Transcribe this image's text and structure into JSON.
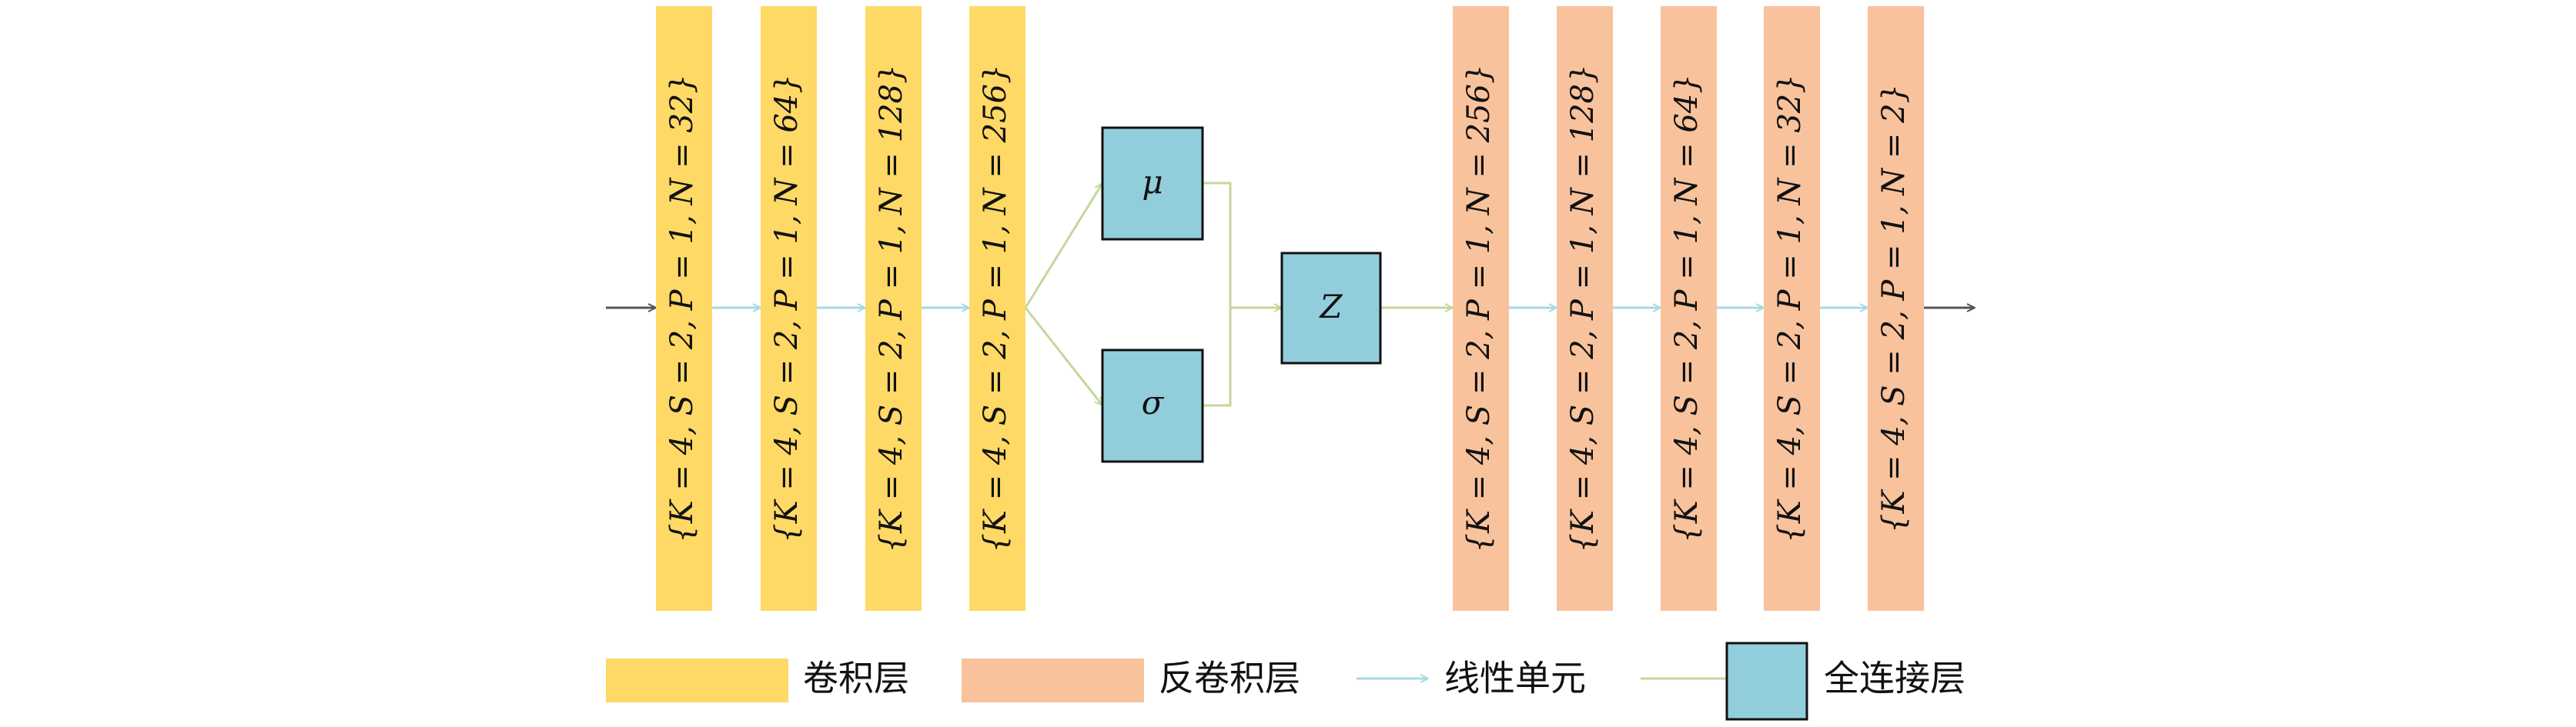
{
  "colors": {
    "conv": "#FFD966",
    "deconv": "#F8C29C",
    "fc": "#92CDDC",
    "linear_arrow": "#A9D8E6",
    "fc_line": "#C4D79B",
    "io_arrow": "#555555"
  },
  "encoder": {
    "layers": [
      {
        "label": "{K = 4, S = 2, P = 1, N = 32}"
      },
      {
        "label": "{K = 4, S = 2, P = 1, N = 64}"
      },
      {
        "label": "{K = 4, S = 2, P = 1, N = 128}"
      },
      {
        "label": "{K = 4, S = 2, P = 1, N = 256}"
      }
    ]
  },
  "latent": {
    "mu": "μ",
    "sigma": "σ",
    "z": "Z"
  },
  "decoder": {
    "layers": [
      {
        "label": "{K = 4, S = 2, P = 1, N = 256}"
      },
      {
        "label": "{K = 4, S = 2, P = 1, N = 128}"
      },
      {
        "label": "{K = 4, S = 2, P = 1, N = 64}"
      },
      {
        "label": "{K = 4, S = 2, P = 1, N = 32}"
      },
      {
        "label": "{K = 4, S = 2, P = 1, N = 2}"
      }
    ]
  },
  "legend": {
    "conv": "卷积层",
    "deconv": "反卷积层",
    "linear": "线性单元",
    "fc": "全连接层"
  }
}
